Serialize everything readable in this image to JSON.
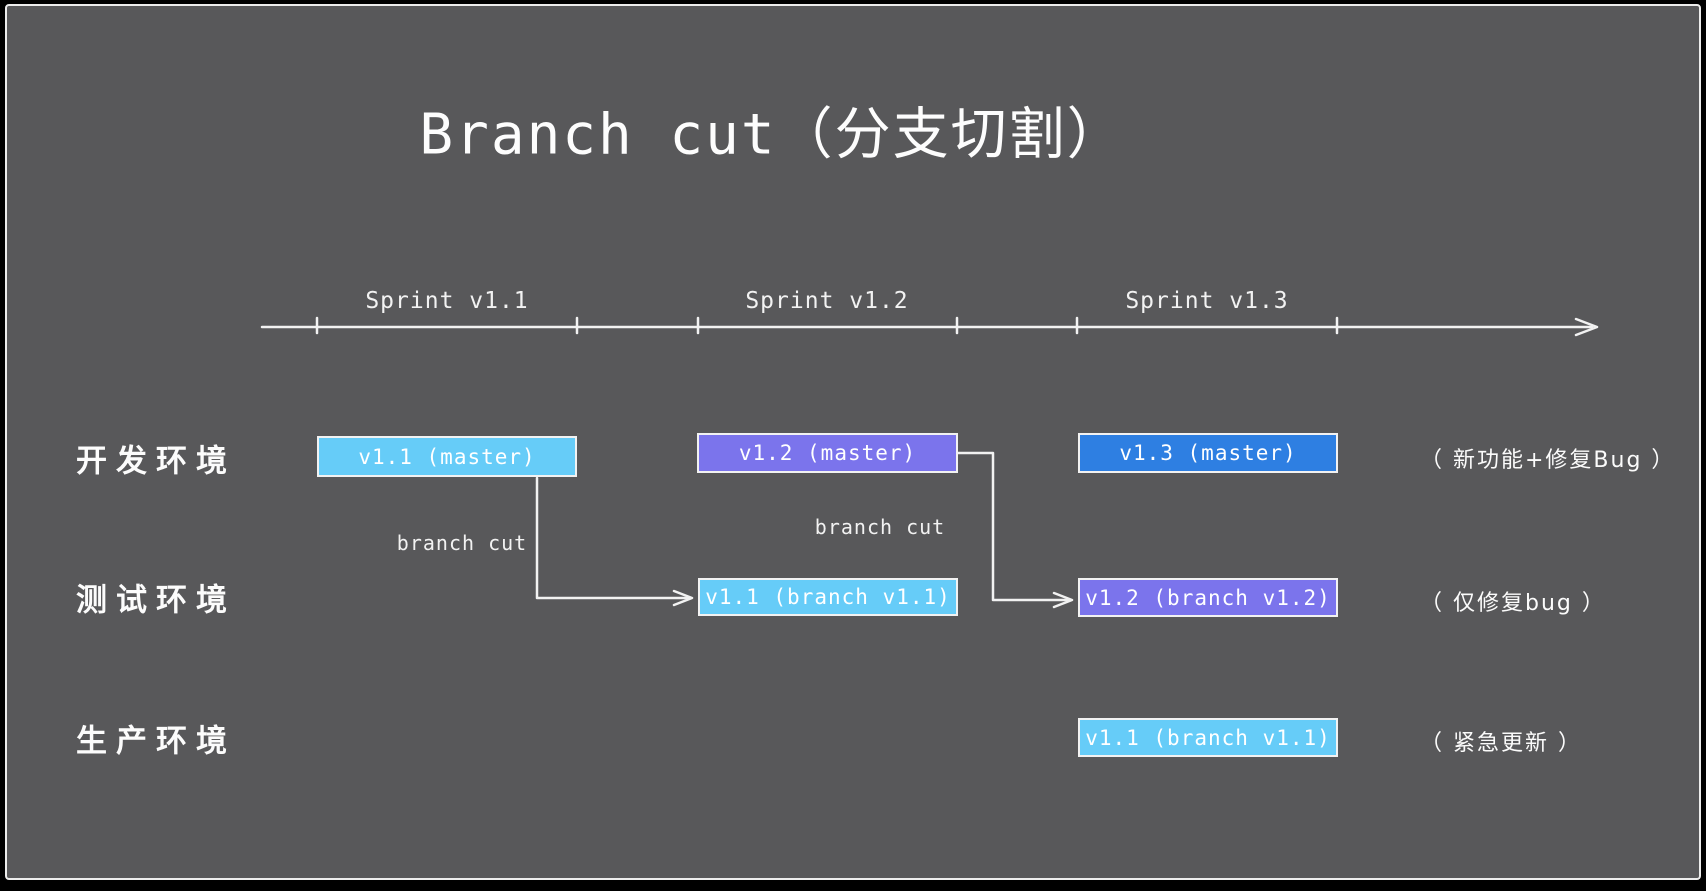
{
  "title": "Branch cut（分支切割）",
  "timeline": {
    "sprints": [
      {
        "label": "Sprint v1.1"
      },
      {
        "label": "Sprint v1.2"
      },
      {
        "label": "Sprint v1.3"
      }
    ]
  },
  "rows": [
    {
      "label": "开发环境",
      "annotation": "（ 新功能+修复Bug ）"
    },
    {
      "label": "测试环境",
      "annotation": "（ 仅修复bug ）"
    },
    {
      "label": "生产环境",
      "annotation": "（ 紧急更新 ）"
    }
  ],
  "boxes": [
    {
      "label": "v1.1 (master)",
      "color": "#66ccf8"
    },
    {
      "label": "v1.2 (master)",
      "color": "#7b74ec"
    },
    {
      "label": "v1.3 (master)",
      "color": "#2e7fe2"
    },
    {
      "label": "v1.1 (branch v1.1)",
      "color": "#66ccf8"
    },
    {
      "label": "v1.2 (branch v1.2)",
      "color": "#7b74ec"
    },
    {
      "label": "v1.1 (branch v1.1)",
      "color": "#66ccf8"
    }
  ],
  "arrows": [
    {
      "label": "branch cut"
    },
    {
      "label": "branch cut"
    }
  ],
  "colors": {
    "canvas_background": "#58585a",
    "outer_frame": "#000000",
    "stroke_white": "#f2f2f2",
    "box_light_blue": "#66ccf8",
    "box_purple": "#7b74ec",
    "box_blue": "#2e7fe2"
  }
}
